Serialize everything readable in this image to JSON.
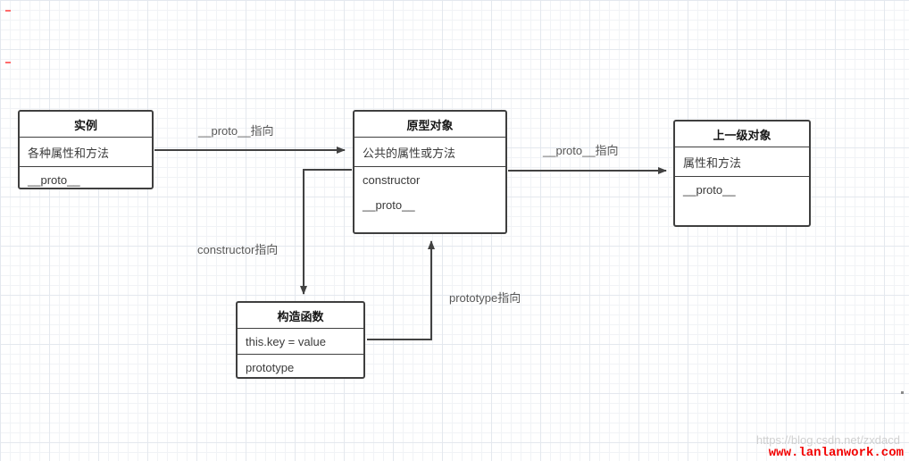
{
  "diagram": {
    "nodes": {
      "instance": {
        "title": "实例",
        "rows": [
          "各种属性和方法",
          "__proto__"
        ]
      },
      "prototype_object": {
        "title": "原型对象",
        "row": "公共的属性或方法",
        "members": [
          "constructor",
          "__proto__"
        ]
      },
      "parent_object": {
        "title": "上一级对象",
        "row": "属性和方法",
        "member": "__proto__"
      },
      "constructor_fn": {
        "title": "构造函数",
        "rows": [
          "this.key = value",
          "prototype"
        ]
      }
    },
    "edge_labels": {
      "instance_proto": "__proto__指向",
      "prototype_proto": "__proto__指向",
      "constructor_ref": "constructor指向",
      "prototype_ref": "prototype指向"
    },
    "colors": {
      "edge": "#424242",
      "node_border": "#3f3f3f",
      "label_text": "#575757"
    }
  },
  "watermark": {
    "csdn": "https://blog.csdn.net/zxdacd",
    "site": "www.lanlanwork.com"
  }
}
